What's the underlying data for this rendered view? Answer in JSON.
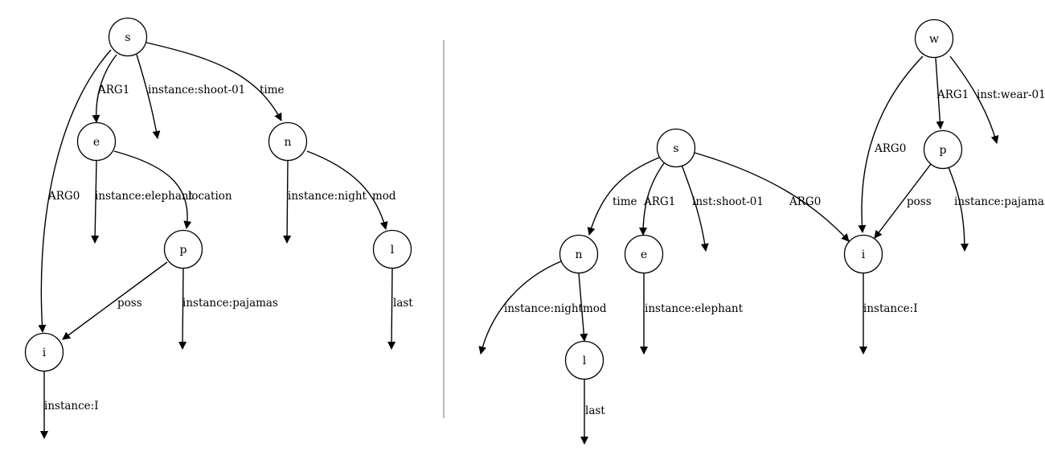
{
  "graphs": [
    {
      "id": "left",
      "nodes": [
        {
          "id": "s",
          "label": "s"
        },
        {
          "id": "e",
          "label": "e"
        },
        {
          "id": "n",
          "label": "n"
        },
        {
          "id": "p",
          "label": "p"
        },
        {
          "id": "l",
          "label": "l"
        },
        {
          "id": "i",
          "label": "i"
        }
      ],
      "edges": [
        {
          "id": "s-e",
          "label": "ARG1"
        },
        {
          "id": "s-inst",
          "label": "instance:shoot-01"
        },
        {
          "id": "s-n",
          "label": "time"
        },
        {
          "id": "s-i",
          "label": "ARG0"
        },
        {
          "id": "e-inst",
          "label": "instance:elephant"
        },
        {
          "id": "e-p",
          "label": "location"
        },
        {
          "id": "n-inst",
          "label": "instance:night"
        },
        {
          "id": "n-l",
          "label": "mod"
        },
        {
          "id": "p-i",
          "label": "poss"
        },
        {
          "id": "p-inst",
          "label": "instance:pajamas"
        },
        {
          "id": "l-inst",
          "label": "last"
        },
        {
          "id": "i-inst",
          "label": "instance:I"
        }
      ]
    },
    {
      "id": "right",
      "nodes": [
        {
          "id": "w",
          "label": "w"
        },
        {
          "id": "s",
          "label": "s"
        },
        {
          "id": "p",
          "label": "p"
        },
        {
          "id": "n",
          "label": "n"
        },
        {
          "id": "e",
          "label": "e"
        },
        {
          "id": "i",
          "label": "i"
        },
        {
          "id": "l",
          "label": "l"
        }
      ],
      "edges": [
        {
          "id": "w-i",
          "label": "ARG0"
        },
        {
          "id": "w-p",
          "label": "ARG1"
        },
        {
          "id": "w-inst",
          "label": "inst:wear-01"
        },
        {
          "id": "s-n",
          "label": "time"
        },
        {
          "id": "s-e",
          "label": "ARG1"
        },
        {
          "id": "s-inst",
          "label": "inst:shoot-01"
        },
        {
          "id": "s-i",
          "label": "ARG0"
        },
        {
          "id": "p-i",
          "label": "poss"
        },
        {
          "id": "p-inst",
          "label": "instance:pajamas"
        },
        {
          "id": "n-inst",
          "label": "instance:night"
        },
        {
          "id": "n-l",
          "label": "mod"
        },
        {
          "id": "e-inst",
          "label": "instance:elephant"
        },
        {
          "id": "i-inst",
          "label": "instance:I"
        },
        {
          "id": "l-inst",
          "label": "last"
        }
      ]
    }
  ]
}
